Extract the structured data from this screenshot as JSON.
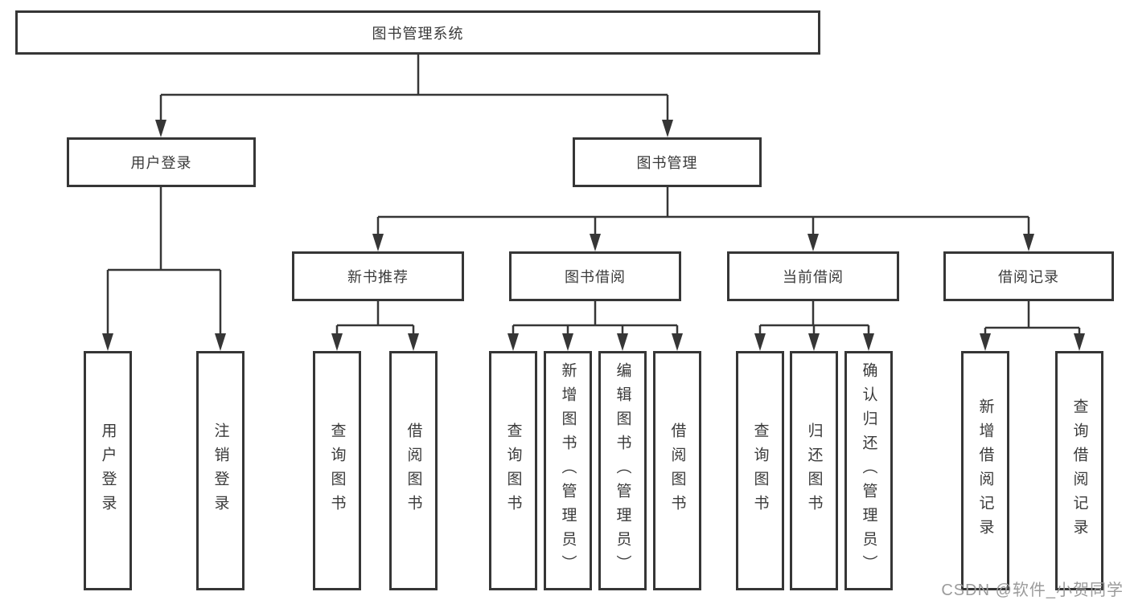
{
  "tree": {
    "root": {
      "label": "图书管理系统"
    },
    "children": [
      {
        "label": "用户登录",
        "children": [
          {
            "label": "用户登录"
          },
          {
            "label": "注销登录"
          }
        ]
      },
      {
        "label": "图书管理",
        "children": [
          {
            "label": "新书推荐",
            "children": [
              {
                "label": "查询图书"
              },
              {
                "label": "借阅图书"
              }
            ]
          },
          {
            "label": "图书借阅",
            "children": [
              {
                "label": "查询图书"
              },
              {
                "label": "新增图书（管理员）"
              },
              {
                "label": "编辑图书（管理员）"
              },
              {
                "label": "借阅图书"
              }
            ]
          },
          {
            "label": "当前借阅",
            "children": [
              {
                "label": "查询图书"
              },
              {
                "label": "归还图书"
              },
              {
                "label": "确认归还（管理员）"
              }
            ]
          },
          {
            "label": "借阅记录",
            "children": [
              {
                "label": "新增借阅记录"
              },
              {
                "label": "查询借阅记录"
              }
            ]
          }
        ]
      }
    ]
  },
  "watermark": {
    "text": "CSDN @软件_小贺同学"
  },
  "colors": {
    "line": "#363636",
    "box_border": "#363636",
    "text": "#3a3a3a",
    "watermark": "#9b9b9b",
    "background": "#ffffff"
  }
}
